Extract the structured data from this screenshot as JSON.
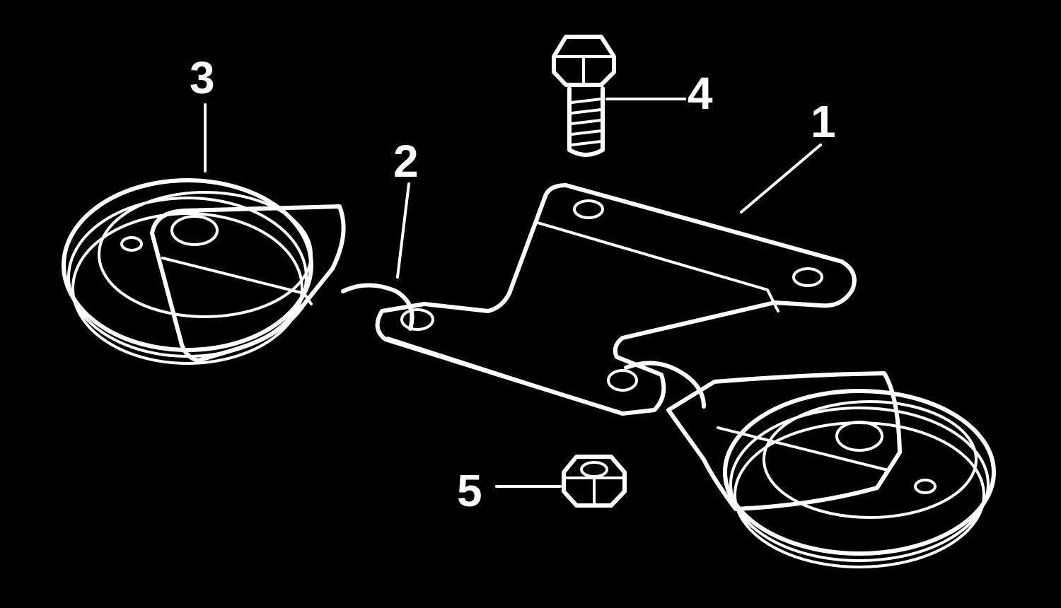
{
  "diagram": {
    "background": "#000000",
    "line_color": "#ffffff",
    "callouts": [
      {
        "id": "1",
        "label": "1",
        "part": "idler-bracket-plate"
      },
      {
        "id": "2",
        "label": "2",
        "part": "spring-hook"
      },
      {
        "id": "3",
        "label": "3",
        "part": "idler-pulley-left"
      },
      {
        "id": "4",
        "label": "4",
        "part": "hex-bolt"
      },
      {
        "id": "5",
        "label": "5",
        "part": "hex-nut"
      }
    ]
  }
}
